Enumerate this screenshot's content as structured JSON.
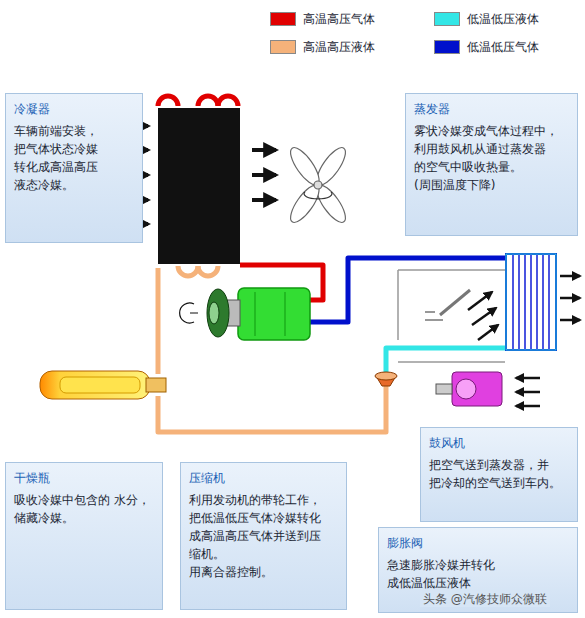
{
  "diagram": {
    "nodes": [
      {
        "text": [
          "冷凝器",
          "车辆前端安装， 把气体状态冷媒 转化成高温高压 液态冷媒。"
        ]
      },
      {
        "text": [
          "蒸发器",
          "雾状冷媒变成气体过程中， 利用鼓风机从通过蒸发器 的空气中吸收热量。",
          "(周围温度下降)"
        ]
      },
      {
        "text": [
          "干燥瓶",
          "吸收冷媒中包含的 水分，储藏冷媒。"
        ]
      },
      {
        "text": [
          "压缩机",
          "利用发动机的带轮工作， 把低温低压气体冷媒转化 成高温高压气体并送到压 缩机。",
          "用离合器控制。"
        ]
      },
      {
        "text": [
          "鼓风机",
          "把空气送到蒸发器，并 把冷却的空气送到车内。"
        ]
      },
      {
        "text": [
          "膨胀阀",
          "急速膨胀冷媒并转化 成低温低压液体"
        ]
      }
    ],
    "labels": [
      "头条 @汽修技师众微联"
    ],
    "legend": [
      {
        "text": "高温高压气体",
        "color": "#e00000"
      },
      {
        "text": "低温低压液体",
        "color": "#33e6e6"
      },
      {
        "text": "高温高压液体",
        "color": "#f5b27a"
      },
      {
        "text": "低温低压气体",
        "color": "#0010cc"
      }
    ]
  }
}
